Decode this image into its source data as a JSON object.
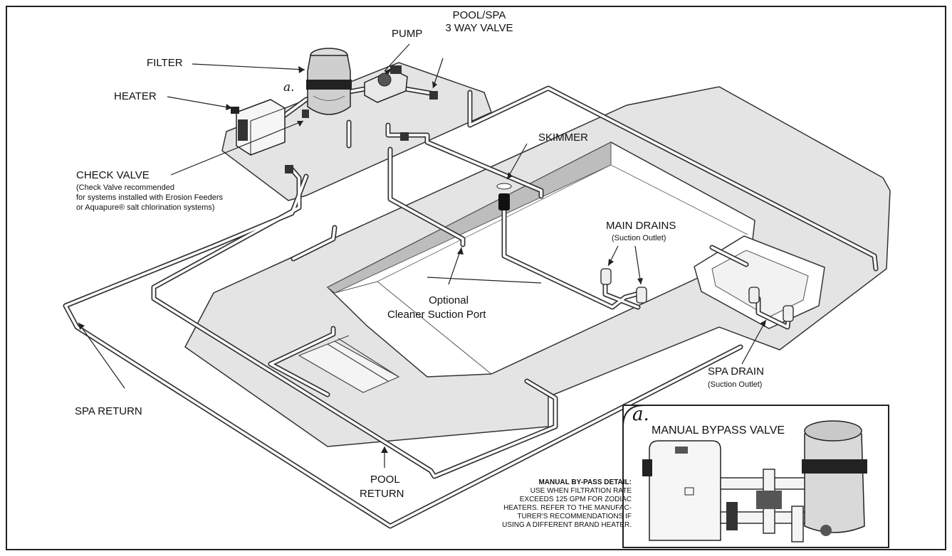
{
  "labels": {
    "filter": "FILTER",
    "pump": "PUMP",
    "valve_line1": "POOL/SPA",
    "valve_line2": "3 WAY VALVE",
    "heater": "HEATER",
    "check_valve": "CHECK VALVE",
    "check_note_1": "(Check Valve recommended",
    "check_note_2": "for systems installed with Erosion Feeders",
    "check_note_3": "or Aquapure® salt chlorination systems)",
    "skimmer": "SKIMMER",
    "main_drains": "MAIN DRAINS",
    "main_drains_sub": "(Suction Outlet)",
    "optional_1": "Optional",
    "optional_2": "Cleaner Suction Port",
    "spa_drain": "SPA DRAIN",
    "spa_drain_sub": "(Suction Outlet)",
    "spa_return": "SPA RETURN",
    "pool_return_1": "POOL",
    "pool_return_2": "RETURN",
    "marker_a": "a."
  },
  "inset": {
    "marker": "a.",
    "title": "MANUAL BYPASS VALVE",
    "note_lines": [
      "MANUAL BY-PASS DETAIL:",
      "USE WHEN FILTRATION RATE",
      "EXCEEDS 125 GPM FOR ZODIAC",
      "HEATERS. REFER TO THE MANUFAC-",
      "TURER'S RECOMMENDATIONS IF",
      "USING A DIFFERENT BRAND HEATER."
    ]
  }
}
